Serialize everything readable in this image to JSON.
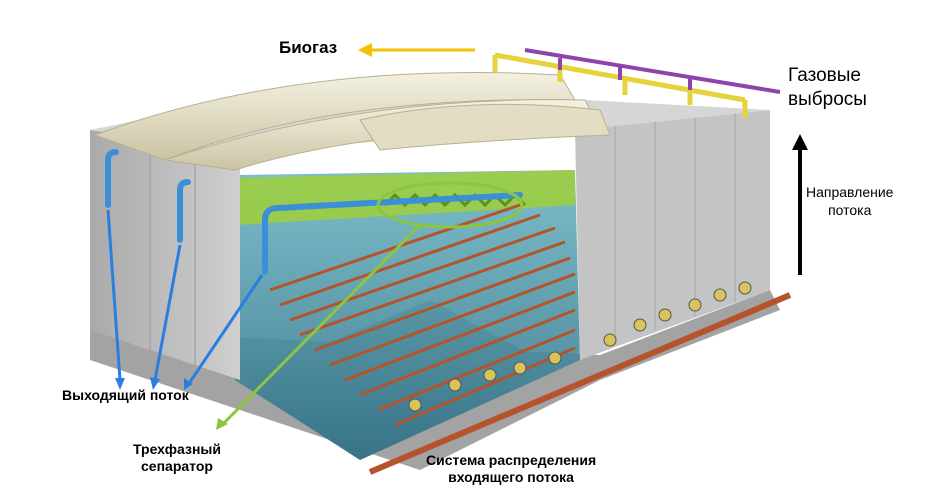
{
  "labels": {
    "biogas": "Биогаз",
    "gas_emissions_line1": "Газовые",
    "gas_emissions_line2": "выбросы",
    "flow_direction_line1": "Направление",
    "flow_direction_line2": "потока",
    "outflow": "Выходящий поток",
    "separator_line1": "Трехфазный",
    "separator_line2": "сепаратор",
    "distribution_line1": "Система распределения",
    "distribution_line2": "входящего потока"
  },
  "colors": {
    "concrete": "#bdbdbd",
    "concrete_dark": "#8f8f8f",
    "concrete_light": "#d6d6d6",
    "roof": "#ece8d4",
    "roof_shade": "#c8c2a2",
    "water": "#3d8fa6",
    "green_band": "#9fcf3a",
    "biogas_pipe": "#e6d23a",
    "emission_pipe": "#8e44ad",
    "arrow_blue": "#2a7ee0",
    "arrow_green": "#8cc63f",
    "arrow_yellow": "#f2c200",
    "red_pipe": "#b5532c",
    "outlet_pipe": "#3a8fd6"
  }
}
